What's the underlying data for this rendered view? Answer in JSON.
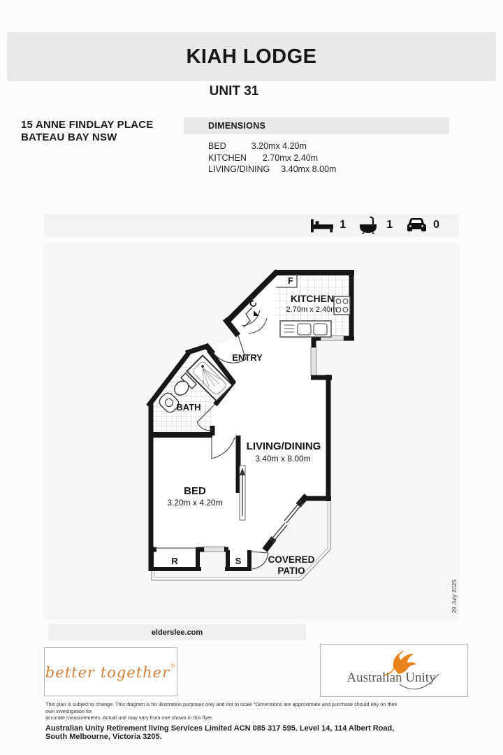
{
  "header": {
    "building": "KIAH LODGE",
    "unit": "UNIT 31"
  },
  "address": {
    "line1": "15 ANNE FINDLAY PLACE",
    "line2": "BATEAU BAY NSW"
  },
  "dimensions": {
    "title": "DIMENSIONS",
    "rows": [
      {
        "room": "BED",
        "size": "3.20mx 4.20m"
      },
      {
        "room": "KITCHEN",
        "size": "2.70mx 2.40m"
      },
      {
        "room": "LIVING/DINING",
        "size": "3.40mx 8.00m"
      }
    ]
  },
  "features": {
    "bed_count": "1",
    "bath_count": "1",
    "car_count": "0"
  },
  "plan": {
    "kitchen_name": "KITCHEN",
    "kitchen_size": "2.70m x 2.40m",
    "living_name": "LIVING/DINING",
    "living_size": "3.40m x 8.00m",
    "bed_name": "BED",
    "bed_size": "3.20m x 4.20m",
    "bath_label": "BATH",
    "entry_label": "ENTRY",
    "patio_line1": "COVERED",
    "patio_line2": "PATIO",
    "fridge_label": "F",
    "cupboard_label": "C",
    "robe_label": "R",
    "store_label": "S",
    "date_note": "29 July 2025"
  },
  "footer": {
    "website": "elderslee.com",
    "better_together": "better together",
    "reg_mark": "®",
    "australian_unity": "Australian Unity",
    "disclaimer_line1": "This plan is subject to change. This diagram is for illustration purposes only and not to scale *Dimensions are approximate and purchase should rely on their own investigation for",
    "disclaimer_line2": "accurate measurements. Actual unit may vary from one shown in this flyer.",
    "company_line": "Australian Unity Retirement living Services Limited ACN 085 317 595. Level 14, 114 Albert Road, South Melbourne, Victoria 3205."
  },
  "colors": {
    "accent_orange": "#e8821e",
    "wall_black": "#161616",
    "band_gray": "#e9e9e9",
    "strip_gray": "#f3f3f3"
  }
}
